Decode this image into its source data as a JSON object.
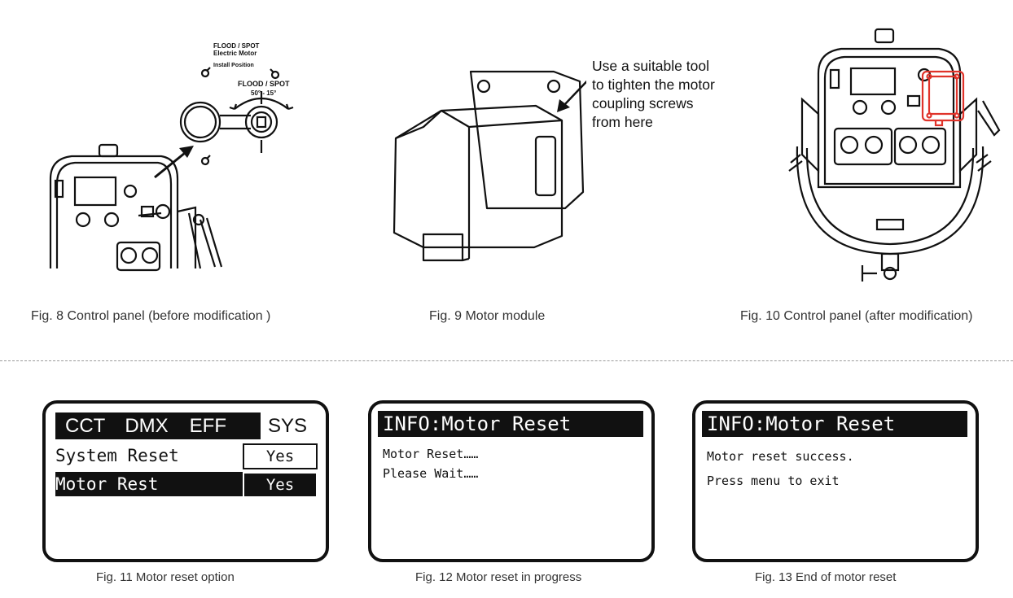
{
  "fig8": {
    "caption": "Fig. 8 Control panel (before modification )",
    "label_motor_line1": "FLOOD / SPOT",
    "label_motor_line2": "Electric Motor",
    "label_install": "Install Position",
    "label_flood_spot": "FLOOD / SPOT",
    "label_range": "50° - 15°"
  },
  "fig9": {
    "caption": "Fig. 9 Motor module",
    "callout_lines": [
      "Use a suitable tool",
      "to tighten the motor",
      "coupling screws",
      "from here"
    ]
  },
  "fig10": {
    "caption": "Fig. 10 Control panel (after modification)"
  },
  "fig11": {
    "caption": "Fig. 11 Motor reset option",
    "tabs": [
      "CCT",
      "DMX",
      "EFF",
      "SYS"
    ],
    "rows": [
      {
        "label": "System Reset",
        "value": "Yes"
      },
      {
        "label": "Motor Rest",
        "value": "Yes"
      }
    ]
  },
  "fig12": {
    "caption": "Fig. 12 Motor reset in progress",
    "header": "INFO:Motor Reset",
    "lines": [
      "Motor Reset……",
      "Please Wait……"
    ]
  },
  "fig13": {
    "caption": "Fig. 13 End of motor reset",
    "header": "INFO:Motor Reset",
    "lines": [
      "Motor reset success.",
      "Press menu to exit"
    ]
  },
  "colors": {
    "ink": "#111111",
    "highlight_red": "#e0332a",
    "divider": "#9a9a9a"
  }
}
